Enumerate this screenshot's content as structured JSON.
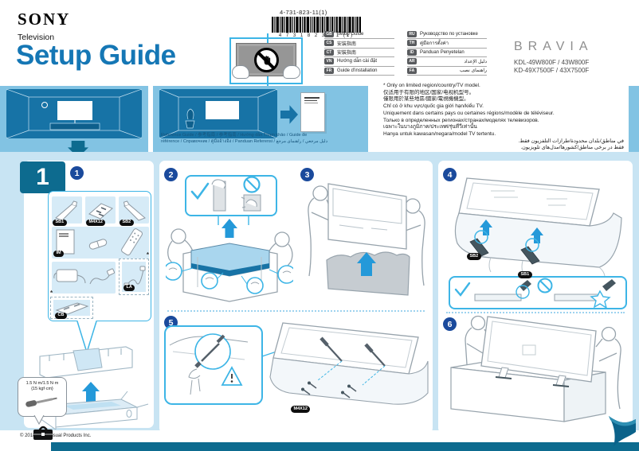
{
  "page": {
    "brand": "SONY",
    "product_type": "Television",
    "title": "Setup Guide",
    "part_number": "4-731-823-11(1)",
    "barcode_text": "4 7 3 1 8 2 3 1 1 (1)",
    "page_number": "1",
    "copyright": "© 2018 Sony Visual Products Inc."
  },
  "bravia": {
    "logo": "BRAVIA",
    "models": [
      "KDL-49W800F / 43W800F",
      "KD-49X7500F / 43X7500F"
    ]
  },
  "languages": [
    {
      "code": "GB",
      "label": "Setup Guide"
    },
    {
      "code": "CS",
      "label": "安装指南"
    },
    {
      "code": "CT",
      "label": "安裝指南"
    },
    {
      "code": "VN",
      "label": "Hướng dẫn cài đặt"
    },
    {
      "code": "FR",
      "label": "Guide d'installation"
    },
    {
      "code": "RU",
      "label": "Руководство по установке"
    },
    {
      "code": "TH",
      "label": "คู่มือการตั้งค่า"
    },
    {
      "code": "ID",
      "label": "Panduan Penyetelan"
    },
    {
      "code": "AR",
      "label": "دليل الإعداد"
    },
    {
      "code": "FA",
      "label": "راهنمای نصب"
    }
  ],
  "reference": {
    "caption_line1": "Reference Guide / 参考指南 / 参考指南 / Hướng dẫn Tham khảo / Guide de",
    "caption_line2": "référence / Справочник / คู่มืออ้างอิง / Panduan Referensi / دليل مرجعي / راهنمای مرجع"
  },
  "notes": {
    "items": [
      "* Only on limited region/country/TV model.",
      "仅适用于有限的地区/国家/电视机型号。",
      "僅限用於某些地區/國家/電視機機型。",
      "Chỉ có ở khu vực/quốc gia giới hạn/kiểu TV.",
      "Uniquement dans certains pays ou certaines régions/modèle de téléviseur.",
      "Только в определенных регионах/странах/моделях телевизоров.",
      "เฉพาะในบางภูมิภาค/ประเทศ/รุ่นทีวีเท่านั้น",
      "Hanya untuk kawasan/negara/model TV tertentu."
    ],
    "items_rtl": [
      "في مناطق/بلدان محدودة/طرازات التلفزيون فقط.",
      "فقط در برخی مناطق/کشورها/مدل‌های تلویزیون."
    ]
  },
  "steps": {
    "s1": "1",
    "s2": "2",
    "s3": "3",
    "s4": "4",
    "s5": "5",
    "s6": "6"
  },
  "parts": {
    "sb1": "SB1",
    "m4x12": "M4X12",
    "sb2": "SB2",
    "im": "IM",
    "la": "LA",
    "cb": "CB",
    "asterisk": "*"
  },
  "labels": {
    "step4_sb2": "SB2",
    "step4_sb1": "SB1",
    "step5_m4x12": "M4X12"
  },
  "torque": {
    "line1": "1.5 N·m/1.5 N·m",
    "line2": "{15 kgf·cm}"
  },
  "colors": {
    "accent_cyan": "#3db5e6",
    "band_blue": "#82c3e3",
    "panel_blue": "#1773a6",
    "main_bg": "#c8e4f3",
    "teal_dark": "#0d6b8f",
    "badge_navy": "#1a4a9c",
    "title_blue": "#1577b5"
  }
}
